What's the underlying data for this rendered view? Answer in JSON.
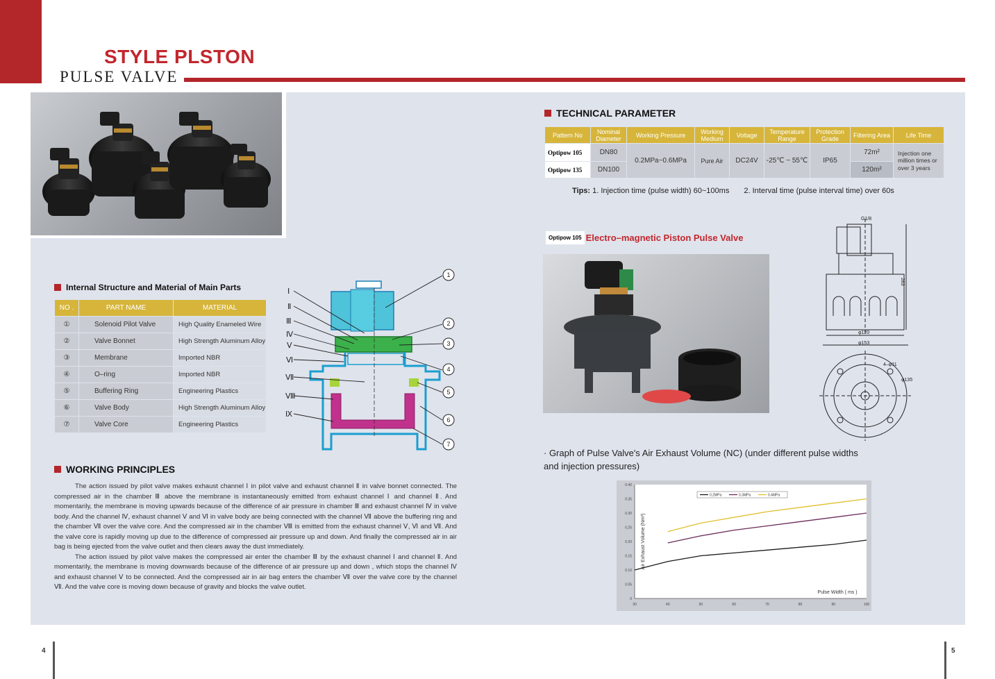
{
  "header": {
    "title": "STYLE PLSTON",
    "subtitle": "PULSE VALVE"
  },
  "structure": {
    "heading": "Internal Structure and Material of Main Parts",
    "columns": [
      "NO .",
      "PART NAME",
      "MATERIAL"
    ],
    "rows": [
      {
        "no": "①",
        "name": "Solenoid Pilot Valve",
        "material": "High Quality Enameled Wire"
      },
      {
        "no": "②",
        "name": "Valve Bonnet",
        "material": "High Strength Aluminum Alloy"
      },
      {
        "no": "③",
        "name": "Membrane",
        "material": "Imported NBR"
      },
      {
        "no": "④",
        "name": "O–ring",
        "material": "Imported NBR"
      },
      {
        "no": "⑤",
        "name": "Buffering Ring",
        "material": "Engineering Plastics"
      },
      {
        "no": "⑥",
        "name": "Valve Body",
        "material": "High Strength Aluminum Alloy"
      },
      {
        "no": "⑦",
        "name": "Valve Core",
        "material": "Engineering Plastics"
      }
    ]
  },
  "diagram": {
    "channels": [
      "Ⅰ",
      "Ⅱ",
      "Ⅲ",
      "Ⅳ",
      "Ⅴ",
      "Ⅵ",
      "Ⅶ",
      "Ⅷ",
      "Ⅸ"
    ],
    "callouts": [
      "1",
      "2",
      "3",
      "4",
      "5",
      "6",
      "7"
    ]
  },
  "working": {
    "heading": "WORKING PRINCIPLES",
    "para1": "The action issued by pilot valve makes exhaust channel Ⅰ in pilot valve and exhaust channel Ⅱ in valve bonnet connected. The compressed air in the chamber Ⅲ above the membrane is instantaneously emitted from exhaust channel Ⅰ and channel Ⅱ. And momentarily, the membrane is moving upwards because of the difference of air pressure in chamber Ⅲ and exhaust channel Ⅳ in valve body. And the channel Ⅳ, exhaust channel Ⅴ and Ⅵ in valve body are being connected with the channel Ⅶ above the buffering ring and the chamber Ⅶ over the valve core. And the compressed air in the chamber Ⅷ is emitted from the exhaust channel Ⅴ, Ⅵ and Ⅶ. And the valve core is rapidly moving up due to the difference of compressed air pressure up and down. And finally the compressed air in air bag is being ejected from the valve outlet and then clears away the dust immediately.",
    "para2": "The action issued by pilot valve makes the compressed air enter the chamber Ⅲ by the exhaust channel Ⅰ and channel Ⅱ. And momentarily, the membrane is moving downwards because of the difference of air pressure up and down , which stops the channel Ⅳ and exhaust channel Ⅴ to be connected. And the compressed air in air bag enters the chamber Ⅶ over the valve core by the channel Ⅶ. And the valve core is moving down because of gravity and blocks the valve outlet."
  },
  "technical": {
    "heading": "TECHNICAL PARAMETER",
    "columns": [
      "Pattern No",
      "Nominal Diameter",
      "Working Pressure",
      "Working Medium",
      "Voltage",
      "Temperature Range",
      "Protection Grade",
      "Filtering Area",
      "Life Time"
    ],
    "model1": "Optipow 105",
    "model2": "Optipow 135",
    "dia1": "DN80",
    "dia2": "DN100",
    "pressure": "0.2MPa~0.6MPa",
    "medium": "Pure Air",
    "voltage": "DC24V",
    "temperature": "-25℃ ~ 55℃",
    "protection": "IP65",
    "area1": "72m²",
    "area2": "120m²",
    "life": "Injection one million times or over 3 years",
    "tips_label": "Tips:",
    "tip1": "1. Injection time (pulse width) 60~100ms",
    "tip2": "2. Interval time (pulse interval time) over 60s"
  },
  "electro": {
    "tag": "Optipow 105",
    "title": "Electro–magnetic Piston Pulse Valve"
  },
  "drawing": {
    "dim_top": "G1/8",
    "dim_height": "283",
    "dim_inner": "φ120",
    "dim_outer": "φ153",
    "dim_holes": "4–φ11",
    "dim_pcd": "φ135"
  },
  "graph": {
    "caption": "· Graph of Pulse Valve's Air Exhaust Volume (NC) (under different pulse widths and injection pressures)"
  },
  "chart_data": {
    "type": "line",
    "title": "",
    "xlabel": "Pulse Width ( ms )",
    "ylabel": "Air Exhaust Volume (Nm³)",
    "xlim": [
      30,
      100
    ],
    "ylim": [
      0,
      0.4
    ],
    "xticks": [
      "30",
      "40",
      "50",
      "60",
      "70",
      "80",
      "90",
      "100"
    ],
    "yticks": [
      "0",
      "0.05",
      "0.10",
      "0.15",
      "0.20",
      "0.25",
      "0.30",
      "0.35",
      "0.40"
    ],
    "legend_position": "top",
    "series": [
      {
        "name": "0.2MPa",
        "color": "#1a1a1a",
        "x": [
          30,
          40,
          50,
          60,
          70,
          80,
          90,
          100
        ],
        "y": [
          0.1,
          0.13,
          0.15,
          0.16,
          0.17,
          0.18,
          0.19,
          0.205
        ]
      },
      {
        "name": "0.3MPa",
        "color": "#6a2a5a",
        "x": [
          40,
          50,
          60,
          70,
          80,
          90,
          100
        ],
        "y": [
          0.195,
          0.22,
          0.24,
          0.255,
          0.27,
          0.285,
          0.3
        ]
      },
      {
        "name": "0.4MPa",
        "color": "#e0c02a",
        "x": [
          40,
          50,
          60,
          70,
          80,
          90,
          100
        ],
        "y": [
          0.235,
          0.265,
          0.285,
          0.305,
          0.32,
          0.335,
          0.35
        ]
      }
    ]
  },
  "footer": {
    "left_page": "4",
    "right_page": "5"
  }
}
